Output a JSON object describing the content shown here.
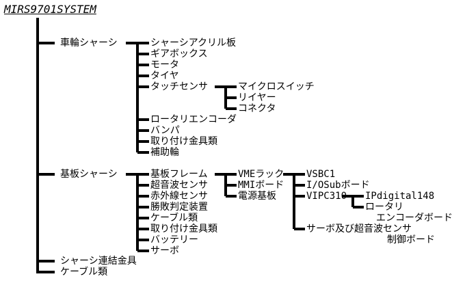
{
  "title": "MIRS9701SYSTEM",
  "chassis1": {
    "label": "車輪シャーシ",
    "items": [
      "シャーシアクリル板",
      "ギアボックス",
      "モータ",
      "タイヤ",
      "タッチセンサ",
      "ロータリエンコーダ",
      "バンパ",
      "取り付け金具類",
      "補助輪"
    ],
    "touch_children": [
      "マイクロスイッチ",
      "リイヤー",
      "コネクタ"
    ]
  },
  "chassis2": {
    "label": "基板シャーシ",
    "items": [
      "基板フレーム",
      "超音波センサ",
      "赤外線センサ",
      "勝敗判定装置",
      "ケーブル類",
      "取り付け金具類",
      "バッテリー",
      "サーボ"
    ],
    "frame_children": [
      "VMEラック",
      "MMIボード",
      "電源基板"
    ],
    "vme_children": [
      "VSBC1",
      "I/OSubボード",
      "VIPC310",
      "サーボ及び超音波センサ",
      "制御ボード"
    ],
    "vipc_children": [
      "IPdigital148",
      "ロータリ",
      "エンコーダボード"
    ]
  },
  "others": [
    "シャーシ連結金具",
    "ケーブル類"
  ]
}
